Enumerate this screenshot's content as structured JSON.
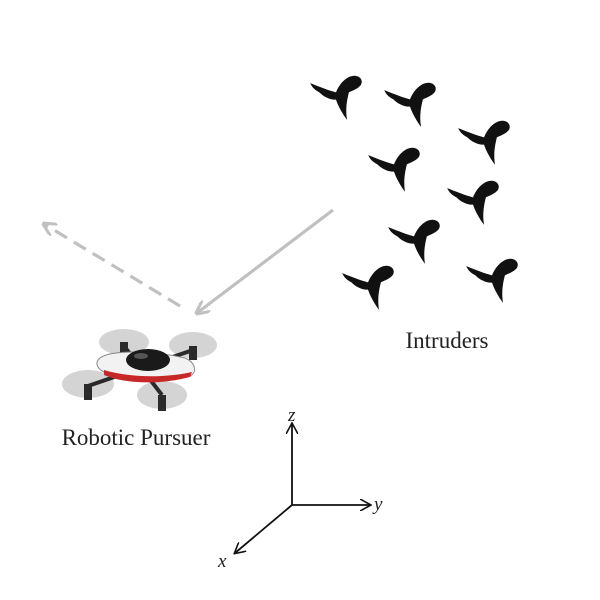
{
  "labels": {
    "intruders": "Intruders",
    "pursuer": "Robotic Pursuer"
  },
  "axes": {
    "x": "x",
    "y": "y",
    "z": "z"
  },
  "colors": {
    "bird": "#111111",
    "arrow": "#c0c0c0",
    "axis": "#111111",
    "text": "#222222",
    "drone_body": "#1a1a1a",
    "drone_shell": "#f2f2f2",
    "drone_stripe": "#c62828",
    "rotor_disc": "#cfcfcf"
  },
  "icons": {
    "intruder": "bird-icon",
    "pursuer": "quadrotor-drone-icon"
  },
  "intruder_count": 8
}
